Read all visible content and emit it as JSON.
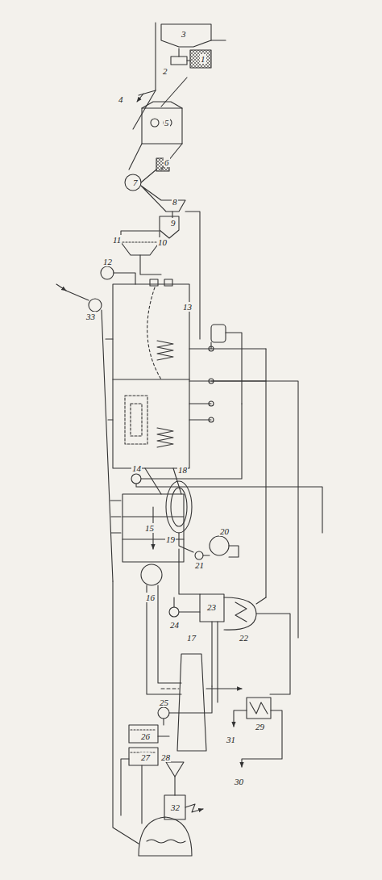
{
  "diagram": {
    "labels": [
      "3",
      "1",
      "2",
      "4",
      "5",
      "6",
      "7",
      "8",
      "9",
      "11",
      "10",
      "12",
      "33",
      "13",
      "14",
      "18",
      "15",
      "19",
      "20",
      "21",
      "16",
      "23",
      "24",
      "22",
      "17",
      "25",
      "29",
      "31",
      "26",
      "27",
      "28",
      "30",
      "32"
    ]
  }
}
